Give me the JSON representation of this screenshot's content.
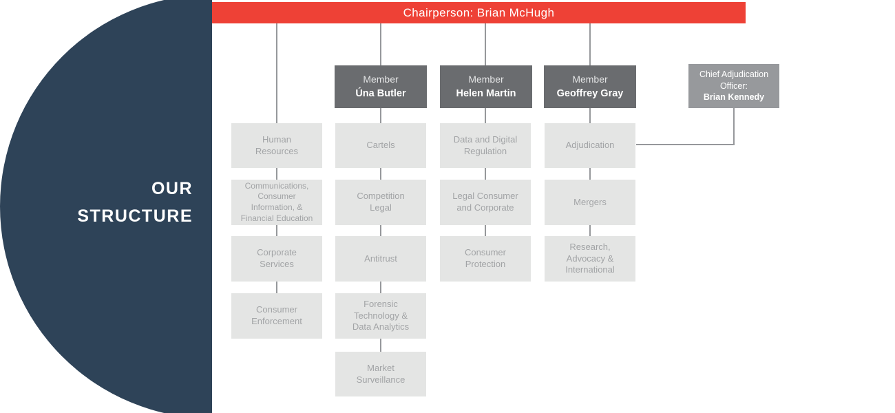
{
  "sidebar": {
    "title": "OUR\nSTRUCTURE"
  },
  "chairperson": {
    "label": "Chairperson: Brian McHugh"
  },
  "members": [
    {
      "role": "Member",
      "name": "Úna Butler"
    },
    {
      "role": "Member",
      "name": "Helen Martin"
    },
    {
      "role": "Member",
      "name": "Geoffrey Gray"
    }
  ],
  "adjudication_officer": {
    "title": "Chief Adjudication\nOfficer:",
    "name": "Brian Kennedy"
  },
  "columns": [
    {
      "boxes": [
        "Human\nResources",
        "Communications,\nConsumer\nInformation, &\nFinancial Education",
        "Corporate\nServices",
        "Consumer\nEnforcement"
      ]
    },
    {
      "boxes": [
        "Cartels",
        "Competition\nLegal",
        "Antitrust",
        "Forensic\nTechnology &\nData Analytics",
        "Market\nSurveillance"
      ]
    },
    {
      "boxes": [
        "Data and Digital\nRegulation",
        "Legal Consumer\nand Corporate",
        "Consumer\nProtection"
      ]
    },
    {
      "boxes": [
        "Adjudication",
        "Mergers",
        "Research,\nAdvocacy &\nInternational"
      ]
    }
  ],
  "colors": {
    "accent_red": "#ee4136",
    "navy": "#2e4358",
    "member_box_gray": "#6a6c6f",
    "officer_box_gray": "#97999c",
    "dept_box_gray": "#e4e5e4",
    "dept_text_gray": "#a2a4a6",
    "line_gray": "#96989b"
  }
}
